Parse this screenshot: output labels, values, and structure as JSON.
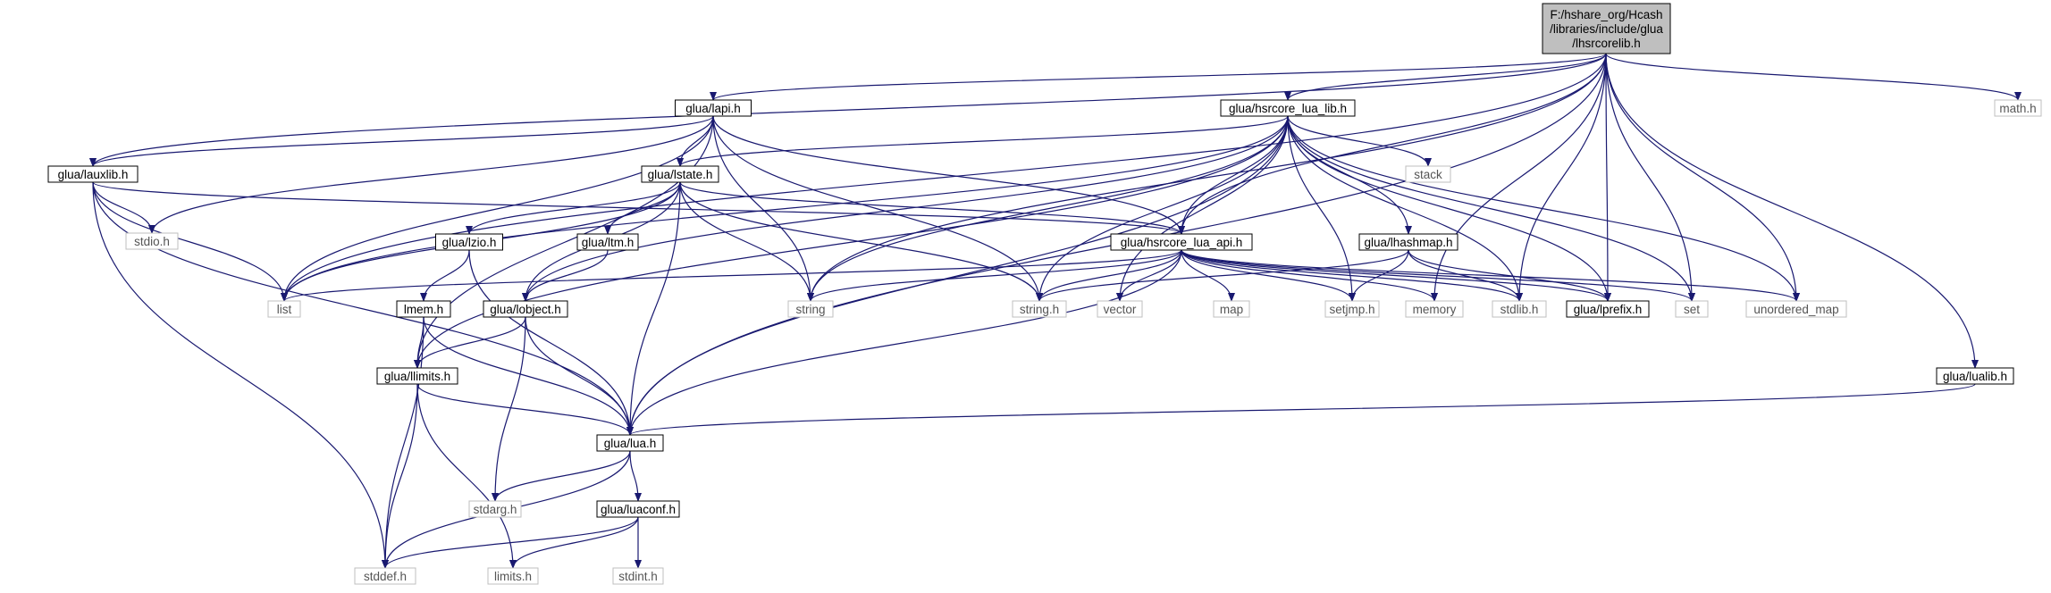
{
  "colors": {
    "edge": "#191970",
    "node_border": "#000000",
    "system_border": "#bfbfbf",
    "system_text": "#555555",
    "root_fill": "#bfbfbf",
    "fill": "#ffffff"
  },
  "root": {
    "lines": [
      "F:/hshare_org/Hcash",
      "/libraries/include/glua",
      "/lhsrcorelib.h"
    ]
  },
  "nodes": [
    {
      "id": "lapi",
      "label": "glua/lapi.h",
      "system": false
    },
    {
      "id": "hsrcore_lua_lib",
      "label": "glua/hsrcore_lua_lib.h",
      "system": false
    },
    {
      "id": "math",
      "label": "math.h",
      "system": true
    },
    {
      "id": "lauxlib",
      "label": "glua/lauxlib.h",
      "system": false
    },
    {
      "id": "lstate",
      "label": "glua/lstate.h",
      "system": false
    },
    {
      "id": "stack",
      "label": "stack",
      "system": true
    },
    {
      "id": "stdio",
      "label": "stdio.h",
      "system": true
    },
    {
      "id": "lzio",
      "label": "glua/lzio.h",
      "system": false
    },
    {
      "id": "ltm",
      "label": "glua/ltm.h",
      "system": false
    },
    {
      "id": "hsrcore_lua_api",
      "label": "glua/hsrcore_lua_api.h",
      "system": false
    },
    {
      "id": "lhashmap",
      "label": "glua/lhashmap.h",
      "system": false
    },
    {
      "id": "list",
      "label": "list",
      "system": true
    },
    {
      "id": "lmem",
      "label": "lmem.h",
      "system": false
    },
    {
      "id": "lobject",
      "label": "glua/lobject.h",
      "system": false
    },
    {
      "id": "string",
      "label": "string",
      "system": true
    },
    {
      "id": "string_h",
      "label": "string.h",
      "system": true
    },
    {
      "id": "vector",
      "label": "vector",
      "system": true
    },
    {
      "id": "map",
      "label": "map",
      "system": true
    },
    {
      "id": "setjmp",
      "label": "setjmp.h",
      "system": true
    },
    {
      "id": "memory",
      "label": "memory",
      "system": true
    },
    {
      "id": "stdlib",
      "label": "stdlib.h",
      "system": true
    },
    {
      "id": "lprefix",
      "label": "glua/lprefix.h",
      "system": false
    },
    {
      "id": "set",
      "label": "set",
      "system": true
    },
    {
      "id": "unordered_map",
      "label": "unordered_map",
      "system": true
    },
    {
      "id": "lualib",
      "label": "glua/lualib.h",
      "system": false
    },
    {
      "id": "llimits",
      "label": "glua/llimits.h",
      "system": false
    },
    {
      "id": "lua",
      "label": "glua/lua.h",
      "system": false
    },
    {
      "id": "stdarg",
      "label": "stdarg.h",
      "system": true
    },
    {
      "id": "luaconf",
      "label": "glua/luaconf.h",
      "system": false
    },
    {
      "id": "stddef",
      "label": "stddef.h",
      "system": true
    },
    {
      "id": "limits",
      "label": "limits.h",
      "system": true
    },
    {
      "id": "stdint",
      "label": "stdint.h",
      "system": true
    }
  ],
  "edges": [
    [
      "root",
      "lapi"
    ],
    [
      "root",
      "hsrcore_lua_lib"
    ],
    [
      "root",
      "math"
    ],
    [
      "root",
      "lauxlib"
    ],
    [
      "root",
      "list"
    ],
    [
      "root",
      "string"
    ],
    [
      "root",
      "hsrcore_lua_api"
    ],
    [
      "root",
      "memory"
    ],
    [
      "root",
      "stdlib"
    ],
    [
      "root",
      "lprefix"
    ],
    [
      "root",
      "set"
    ],
    [
      "root",
      "unordered_map"
    ],
    [
      "root",
      "lua"
    ],
    [
      "root",
      "lualib"
    ],
    [
      "lapi",
      "lauxlib"
    ],
    [
      "lapi",
      "stdio"
    ],
    [
      "lapi",
      "list"
    ],
    [
      "lapi",
      "llimits"
    ],
    [
      "lapi",
      "lstate"
    ],
    [
      "lapi",
      "string"
    ],
    [
      "lapi",
      "string_h"
    ],
    [
      "lapi",
      "hsrcore_lua_api"
    ],
    [
      "hsrcore_lua_lib",
      "lstate"
    ],
    [
      "hsrcore_lua_lib",
      "list"
    ],
    [
      "hsrcore_lua_lib",
      "lobject"
    ],
    [
      "hsrcore_lua_lib",
      "llimits"
    ],
    [
      "hsrcore_lua_lib",
      "string"
    ],
    [
      "hsrcore_lua_lib",
      "string_h"
    ],
    [
      "hsrcore_lua_lib",
      "vector"
    ],
    [
      "hsrcore_lua_lib",
      "hsrcore_lua_api"
    ],
    [
      "hsrcore_lua_lib",
      "stack"
    ],
    [
      "hsrcore_lua_lib",
      "lhashmap"
    ],
    [
      "hsrcore_lua_lib",
      "setjmp"
    ],
    [
      "hsrcore_lua_lib",
      "stdlib"
    ],
    [
      "hsrcore_lua_lib",
      "lprefix"
    ],
    [
      "hsrcore_lua_lib",
      "set"
    ],
    [
      "hsrcore_lua_lib",
      "unordered_map"
    ],
    [
      "hsrcore_lua_lib",
      "lua"
    ],
    [
      "lauxlib",
      "stdio"
    ],
    [
      "lauxlib",
      "list"
    ],
    [
      "lauxlib",
      "stddef"
    ],
    [
      "lauxlib",
      "lua"
    ],
    [
      "lauxlib",
      "hsrcore_lua_api"
    ],
    [
      "lstate",
      "list"
    ],
    [
      "lstate",
      "lzio"
    ],
    [
      "lstate",
      "ltm"
    ],
    [
      "lstate",
      "lobject"
    ],
    [
      "lstate",
      "string"
    ],
    [
      "lstate",
      "string_h"
    ],
    [
      "lstate",
      "hsrcore_lua_api"
    ],
    [
      "lstate",
      "lua"
    ],
    [
      "lzio",
      "lmem"
    ],
    [
      "lzio",
      "lua"
    ],
    [
      "ltm",
      "lobject"
    ],
    [
      "hsrcore_lua_api",
      "list"
    ],
    [
      "hsrcore_lua_api",
      "string"
    ],
    [
      "hsrcore_lua_api",
      "string_h"
    ],
    [
      "hsrcore_lua_api",
      "vector"
    ],
    [
      "hsrcore_lua_api",
      "map"
    ],
    [
      "hsrcore_lua_api",
      "setjmp"
    ],
    [
      "hsrcore_lua_api",
      "memory"
    ],
    [
      "hsrcore_lua_api",
      "stdlib"
    ],
    [
      "hsrcore_lua_api",
      "lprefix"
    ],
    [
      "hsrcore_lua_api",
      "set"
    ],
    [
      "hsrcore_lua_api",
      "unordered_map"
    ],
    [
      "hsrcore_lua_api",
      "lua"
    ],
    [
      "lhashmap",
      "string_h"
    ],
    [
      "lhashmap",
      "setjmp"
    ],
    [
      "lhashmap",
      "stdlib"
    ],
    [
      "lhashmap",
      "lprefix"
    ],
    [
      "lmem",
      "llimits"
    ],
    [
      "lmem",
      "lua"
    ],
    [
      "lmem",
      "stddef"
    ],
    [
      "lobject",
      "llimits"
    ],
    [
      "lobject",
      "lua"
    ],
    [
      "lobject",
      "stdarg"
    ],
    [
      "llimits",
      "lua"
    ],
    [
      "llimits",
      "stddef"
    ],
    [
      "llimits",
      "limits"
    ],
    [
      "lualib",
      "lua"
    ],
    [
      "lua",
      "stdarg"
    ],
    [
      "lua",
      "luaconf"
    ],
    [
      "lua",
      "stddef"
    ],
    [
      "luaconf",
      "stddef"
    ],
    [
      "luaconf",
      "limits"
    ],
    [
      "luaconf",
      "stdint"
    ]
  ]
}
